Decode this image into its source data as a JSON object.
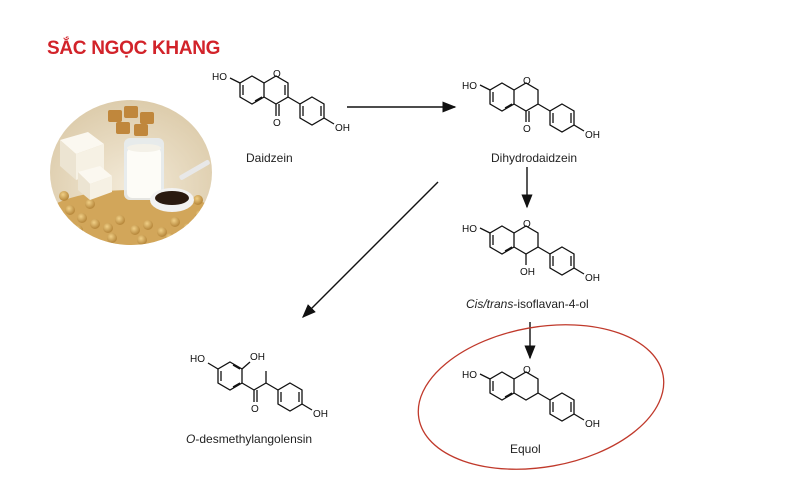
{
  "brand": {
    "name": "SẮC NGỌC KHANG"
  },
  "compounds": {
    "daidzein": {
      "name": "Daidzein"
    },
    "dihydrodaidzein": {
      "name": "Dihydrodaidzein"
    },
    "isoflavanol": {
      "prefix": "Cis/trans",
      "suffix": "-isoflavan-4-ol"
    },
    "odma": {
      "prefix": "O",
      "suffix": "-desmethylangolensin"
    },
    "equol": {
      "name": "Equol"
    }
  },
  "atoms": {
    "ho": "HO",
    "oh": "OH",
    "o": "O"
  },
  "colors": {
    "brand": "#d2232a",
    "highlight": "#c0392b"
  }
}
